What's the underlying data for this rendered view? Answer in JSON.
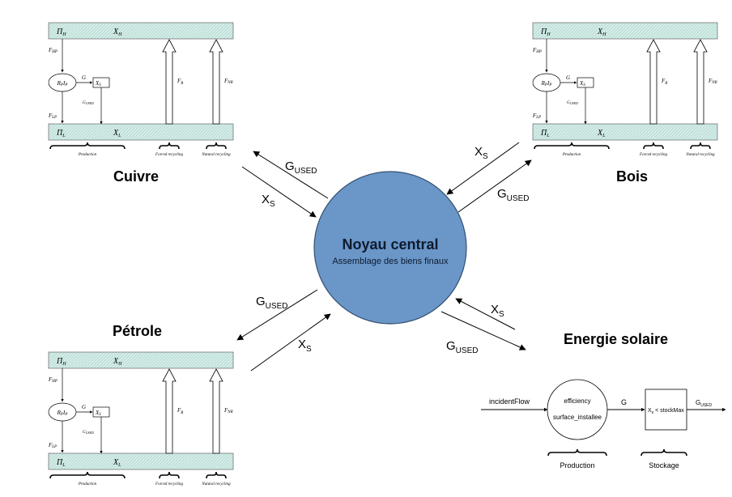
{
  "core": {
    "title": "Noyau central",
    "subtitle": "Assemblage des biens finaux",
    "color": "#6a96c8"
  },
  "modules": [
    {
      "id": "cuivre",
      "title": "Cuivre"
    },
    {
      "id": "bois",
      "title": "Bois"
    },
    {
      "id": "petrole",
      "title": "Pétrole"
    },
    {
      "id": "solaire",
      "title": "Energie solaire"
    }
  ],
  "sector_diagram": {
    "pi_h": "Π",
    "pi_h_sub": "H",
    "x_h": "X",
    "x_h_sub": "H",
    "pi_l": "Π",
    "pi_l_sub": "L",
    "x_l": "X",
    "x_l_sub": "L",
    "f_hp": "F",
    "f_hp_sub": "HP",
    "f_lp": "F",
    "f_lp_sub": "LP",
    "rp": "R",
    "rp_sub": "P",
    "ip": "I",
    "ip_sub": "P",
    "g": "G",
    "xs": "X",
    "xs_sub": "S",
    "g_used": "G",
    "g_used_sub": "USED",
    "f_r": "F",
    "f_r_sub": "R",
    "f_nr": "F",
    "f_nr_sub": "NR",
    "label_production": "Production",
    "label_forced": "Forced recycling",
    "label_natural": "Natural recycling",
    "band_color": "#cfe9e4"
  },
  "flows": {
    "g_used_main": "G",
    "g_used_sub": "USED",
    "xs_main": "X",
    "xs_sub": "S"
  },
  "solar": {
    "incident_flow": "incidentFlow",
    "efficiency": "efficiency",
    "surface": "surface_installee",
    "g_label": "G",
    "stock_x": "X",
    "stock_x_sub": "s",
    "stock_rest": " < stockMax",
    "g_used_main": "G",
    "g_used_sub": "USED",
    "label_production": "Production",
    "label_stockage": "Stockage"
  }
}
